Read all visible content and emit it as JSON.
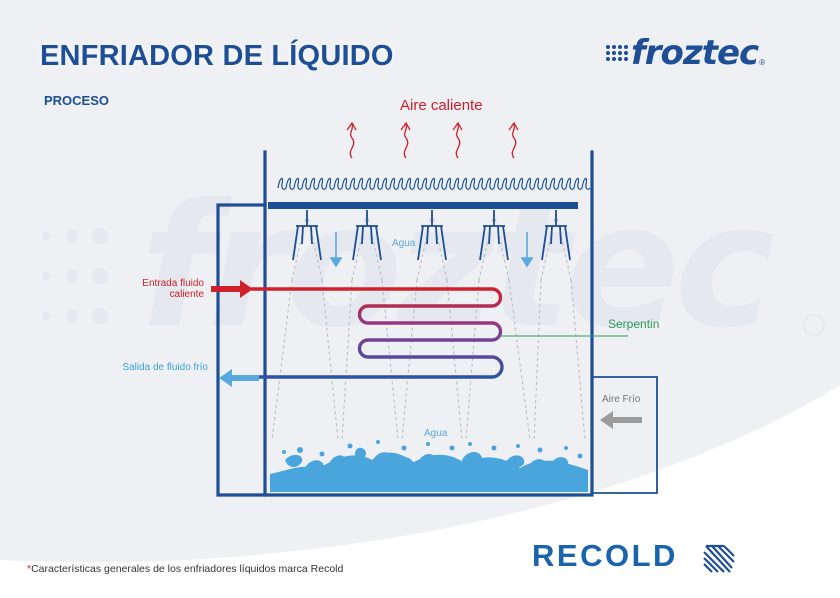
{
  "header": {
    "title": "ENFRIADOR DE LÍQUIDO",
    "subtitle": "PROCESO"
  },
  "brand": {
    "logo_text": "froztec",
    "logo_reg": "®",
    "partner": "RECOLD"
  },
  "diagram": {
    "hot_air": "Aire caliente",
    "fluid_in": "Entrada fluido caliente",
    "fluid_out": "Salida de fluido frío",
    "coil": "Serpentin",
    "cold_air": "Aire Frío",
    "water_top": "Agua",
    "water_bottom": "Agua"
  },
  "footer": {
    "asterisk": "*",
    "note": "Características generales de  los enfriadores líquidos marca Recold"
  },
  "colors": {
    "brand_blue": "#1d4e96",
    "hot_red": "#d0212b",
    "cold_blue": "#3aa0dc",
    "water_blue": "#5aa9de",
    "coil_green": "#2f9a55"
  }
}
